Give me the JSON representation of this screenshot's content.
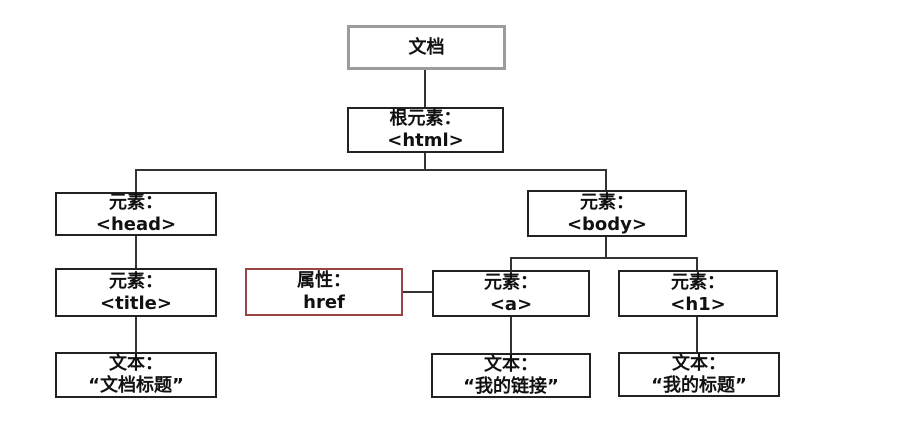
{
  "diagram": {
    "type": "dom-tree",
    "nodes": {
      "document": {
        "label": "文档"
      },
      "html": {
        "label": "根元素：",
        "value": "<html>"
      },
      "head": {
        "label": "元素：",
        "value": "<head>"
      },
      "title": {
        "label": "元素：",
        "value": "<title>"
      },
      "head_text": {
        "label": "文本：",
        "value": "“文档标题”"
      },
      "body": {
        "label": "元素：",
        "value": "<body>"
      },
      "attribute": {
        "label": "属性：",
        "value": "href"
      },
      "a": {
        "label": "元素：",
        "value": "<a>"
      },
      "h1": {
        "label": "元素：",
        "value": "<h1>"
      },
      "a_text": {
        "label": "文本：",
        "value": "“我的链接”"
      },
      "h1_text": {
        "label": "文本：",
        "value": "“我的标题”"
      }
    },
    "colors": {
      "background": "#ffffff",
      "box_border": "#222222",
      "document_border": "#9c9c9c",
      "attribute_border": "#994444",
      "connector": "#333333"
    }
  }
}
